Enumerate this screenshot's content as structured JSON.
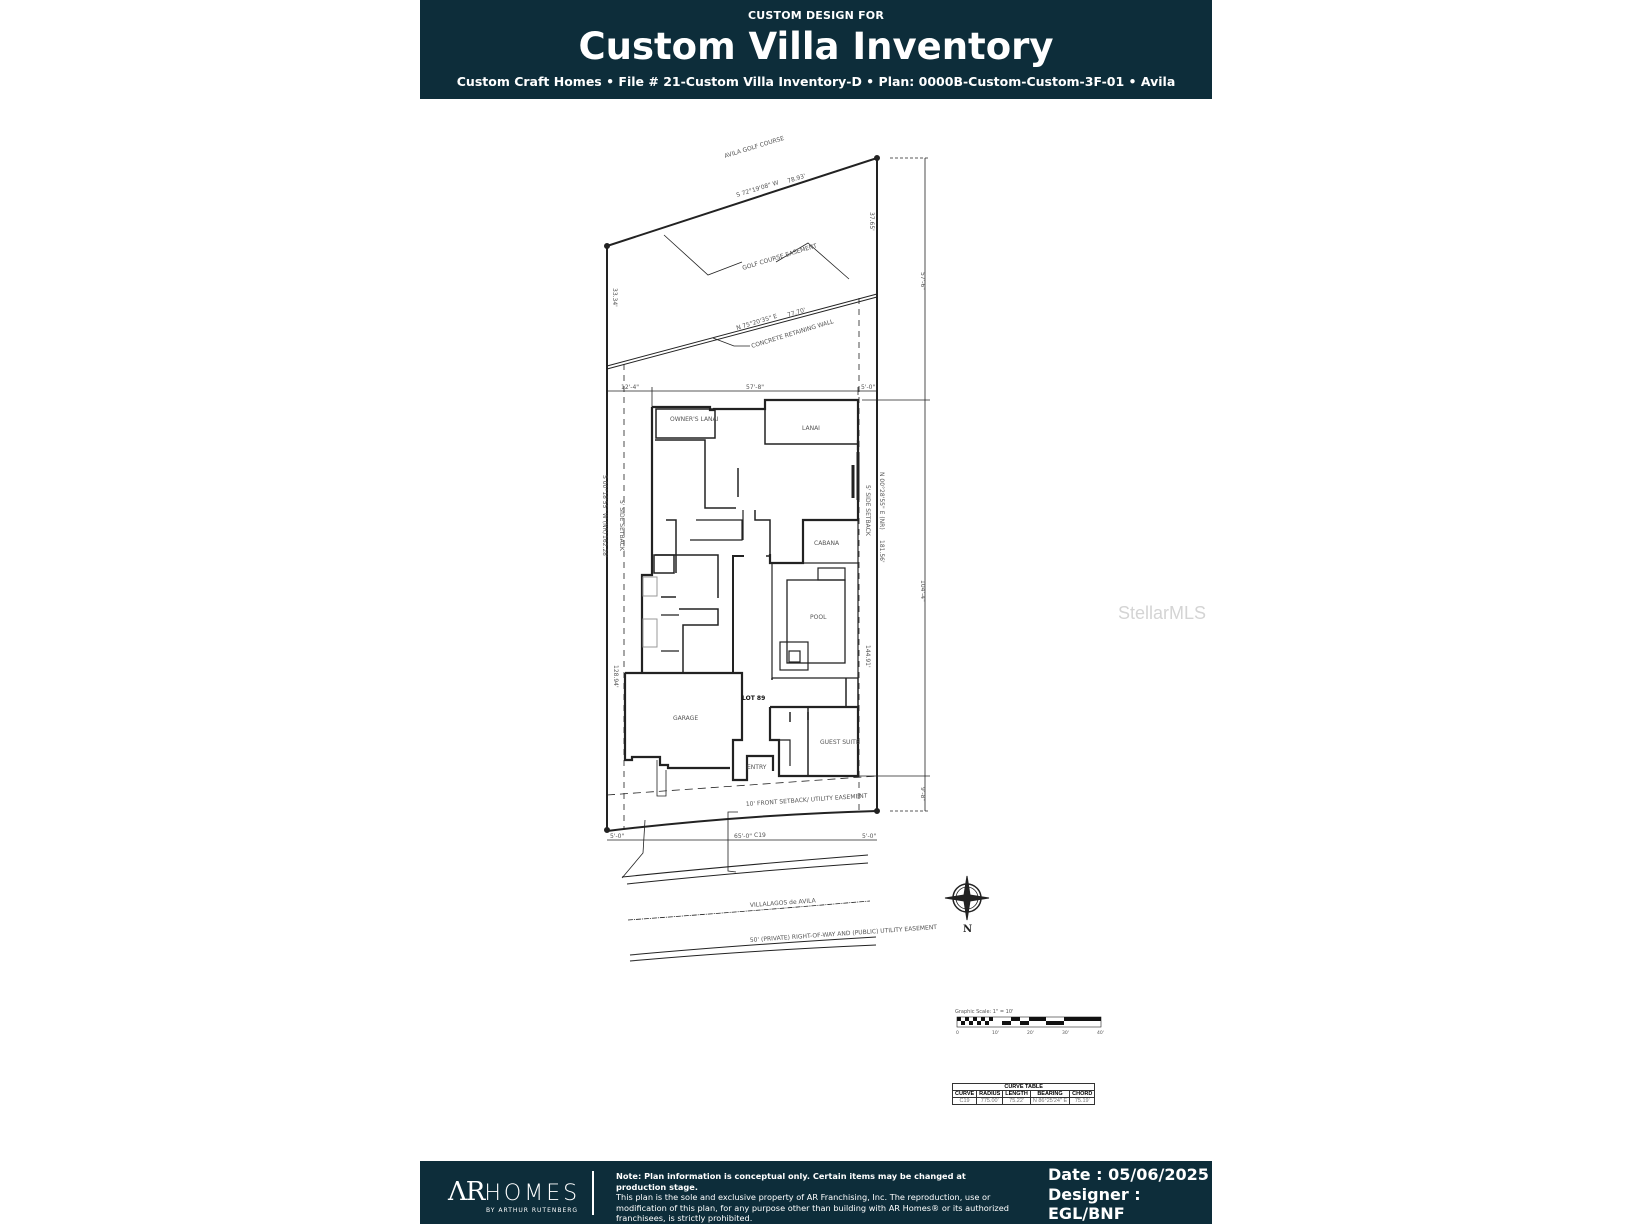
{
  "header": {
    "pretitle": "CUSTOM DESIGN FOR",
    "title": "Custom Villa Inventory",
    "subtitle": "Custom Craft Homes • File # 21-Custom Villa Inventory-D • Plan: 0000B-Custom-Custom-3F-01 • Avila"
  },
  "plan": {
    "golf_course": "AVILA GOLF COURSE",
    "rear_bearing": "S 72°19'08\" W",
    "rear_length": "78.93'",
    "golf_easement": "GOLF COURSE EASEMENT",
    "wall_bearing": "N 75°20'35\" E",
    "wall_length": "77.70'",
    "retaining_wall": "CONCRETE RETAINING WALL",
    "right_upper": "37.65'",
    "left_upper": "33.34'",
    "dim_left": "12'-4\"",
    "dim_mid": "57'-8\"",
    "dim_right": "5'-0\"",
    "dim_vert_top": "57'-6\"",
    "dim_vert_mid": "104'-4\"",
    "dim_vert_bot": "9'-8\"",
    "left_bearing": "S 00°18'55\" W (NR)",
    "left_len": "162.28'",
    "left_setback": "5' SIDE SETBACK",
    "right_bearing": "N 00°28'55\" E (NR)",
    "right_setback": "5' SIDE SETBACK",
    "right_len": "181.56'",
    "right_len2": "144.91'",
    "left_len2": "128.94'",
    "rooms": {
      "owners_lanai": "OWNER'S LANAI",
      "lanai": "LANAI",
      "cabana": "CABANA",
      "pool": "POOL",
      "garage": "GARAGE",
      "guest_suite": "GUEST SUITE",
      "entry": "ENTRY",
      "lot": "LOT 89"
    },
    "front_setback": "10' FRONT SETBACK/ UTILITY EASEMENT",
    "front_left": "5'-0\"",
    "front_mid": "65'-0\"",
    "front_curve": "C19",
    "front_right": "5'-0\"",
    "street": "VILLALAGOS de AVILA",
    "row": "50' (PRIVATE) RIGHT-OF-WAY AND (PUBLIC) UTILITY EASEMENT",
    "north": "N"
  },
  "scale": {
    "label": "Graphic Scale: 1\" = 10'",
    "ticks": [
      "0",
      "10'",
      "20'",
      "30'",
      "40'"
    ]
  },
  "curve_table": {
    "title": "CURVE TABLE",
    "headers": [
      "CURVE",
      "RADIUS",
      "LENGTH",
      "BEARING",
      "CHORD"
    ],
    "row": [
      "C19",
      "775.00'",
      "75.22'",
      "N 86°25'24\" E",
      "75.19'"
    ]
  },
  "watermark": "StellarMLS",
  "footer": {
    "logo": "AR HOMES BY ARTHUR RUTENBERG",
    "note_bold": "Note: Plan information is conceptual only. Certain items may be changed at production stage.",
    "note": "This plan is the sole and exclusive property of AR Franchising, Inc. The reproduction, use or modification of this plan, for any purpose other than building with AR Homes® or its authorized franchisees, is strictly prohibited.",
    "date": "Date : 05/06/2025",
    "designer_label": "Designer :",
    "designer": "EGL/BNF"
  },
  "colors": {
    "banner": "#0d2d3a",
    "ink": "#222222"
  }
}
